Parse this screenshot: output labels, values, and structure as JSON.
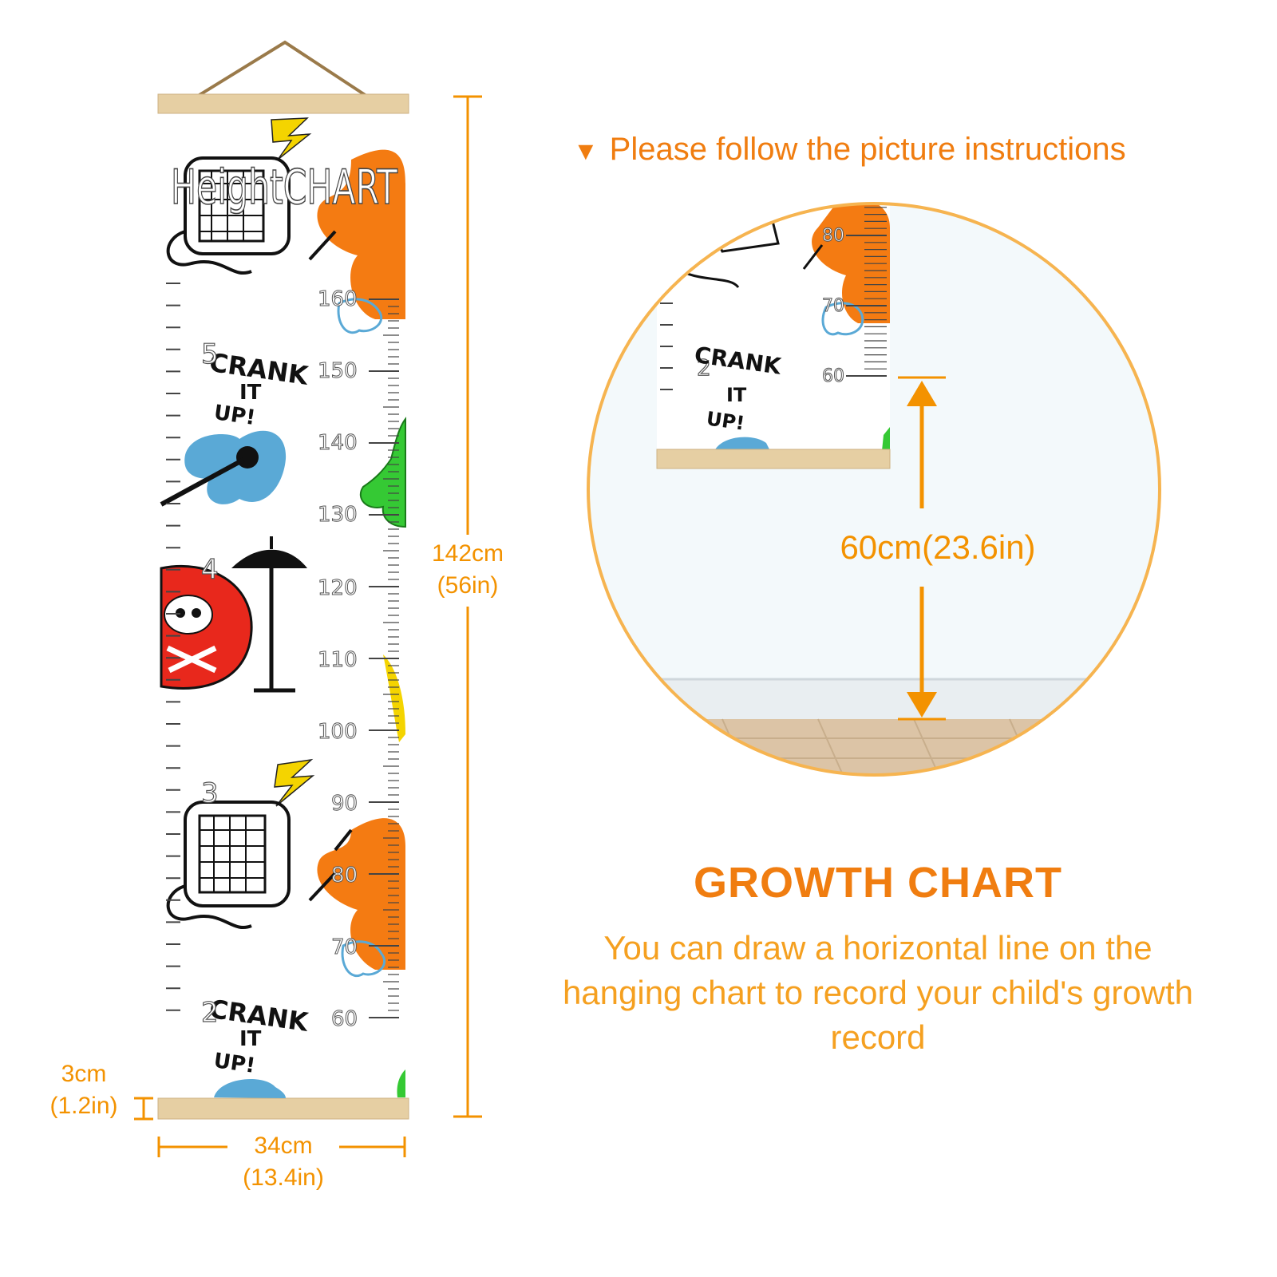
{
  "chart": {
    "title": "HeightCHART",
    "cm_labels": [
      "160",
      "150",
      "140",
      "130",
      "120",
      "110",
      "100",
      "90",
      "80",
      "70",
      "60"
    ],
    "ft_labels": [
      "5",
      "4",
      "3",
      "2"
    ],
    "crank_text": [
      "CRANK",
      "IT",
      "UP!"
    ]
  },
  "dimensions": {
    "height_cm": "142cm",
    "height_in": "(56in)",
    "width_cm": "34cm",
    "width_in": "(13.4in)",
    "rod_cm": "3cm",
    "rod_in": "(1.2in)"
  },
  "instruction": {
    "marker": "▼",
    "text": "Please follow the picture instructions"
  },
  "inset": {
    "cm_labels": [
      "80",
      "70",
      "60"
    ],
    "ft_label": "2",
    "crank_text": [
      "CRANK",
      "IT",
      "UP!"
    ],
    "measurement": "60cm(23.6in)"
  },
  "growth": {
    "title": "GROWTH CHART",
    "description": "You can draw a horizontal line on the hanging chart to record your child's growth record"
  },
  "colors": {
    "accent": "#f39200",
    "wood": "#e6cfa3",
    "orange_monster": "#f47b12",
    "blue_guitar": "#5aa9d6",
    "green_monster": "#35c934",
    "red_drum": "#e8281c"
  }
}
